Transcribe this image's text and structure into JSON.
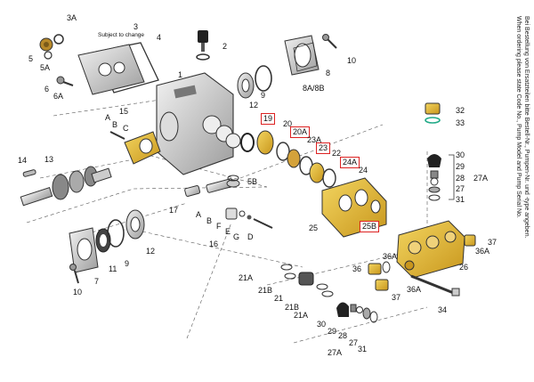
{
  "side_notes": {
    "line1": "Bei Bestellung von Ersatzteilen bitte Bestell-Nr., Pumpen-Nr. und -type angeben.",
    "line2": "When ordering please state Code No., Pump Model and Pump Serial No."
  },
  "subject_to_change": "Subject to change",
  "colors": {
    "brass": "#e6b832",
    "outline": "#333333",
    "highlight": "#dd2222",
    "metal": "#cfcfcf"
  },
  "callouts": [
    {
      "key": "c_3A",
      "text": "3A"
    },
    {
      "key": "c_3",
      "text": "3"
    },
    {
      "key": "c_4",
      "text": "4"
    },
    {
      "key": "c_5",
      "text": "5"
    },
    {
      "key": "c_5A",
      "text": "5A"
    },
    {
      "key": "c_6",
      "text": "6"
    },
    {
      "key": "c_6A",
      "text": "6A"
    },
    {
      "key": "c_2",
      "text": "2"
    },
    {
      "key": "c_1",
      "text": "1"
    },
    {
      "key": "c_9a",
      "text": "9"
    },
    {
      "key": "c_8",
      "text": "8"
    },
    {
      "key": "c_8A8B",
      "text": "8A/8B"
    },
    {
      "key": "c_10a",
      "text": "10"
    },
    {
      "key": "c_12a",
      "text": "12"
    },
    {
      "key": "c_19",
      "text": "19"
    },
    {
      "key": "c_20",
      "text": "20"
    },
    {
      "key": "c_20A",
      "text": "20A"
    },
    {
      "key": "c_23A",
      "text": "23A"
    },
    {
      "key": "c_23",
      "text": "23"
    },
    {
      "key": "c_22",
      "text": "22"
    },
    {
      "key": "c_24A",
      "text": "24A"
    },
    {
      "key": "c_24",
      "text": "24"
    },
    {
      "key": "c_25",
      "text": "25"
    },
    {
      "key": "c_25B",
      "text": "25B"
    },
    {
      "key": "c_A1",
      "text": "A"
    },
    {
      "key": "c_B1",
      "text": "B"
    },
    {
      "key": "c_15",
      "text": "15"
    },
    {
      "key": "c_C1",
      "text": "C"
    },
    {
      "key": "c_14",
      "text": "14"
    },
    {
      "key": "c_13",
      "text": "13"
    },
    {
      "key": "c_5B",
      "text": "5B"
    },
    {
      "key": "c_17",
      "text": "17"
    },
    {
      "key": "c_A2",
      "text": "A"
    },
    {
      "key": "c_B2",
      "text": "B"
    },
    {
      "key": "c_F",
      "text": "F"
    },
    {
      "key": "c_E",
      "text": "E"
    },
    {
      "key": "c_G",
      "text": "G"
    },
    {
      "key": "c_D",
      "text": "D"
    },
    {
      "key": "c_16",
      "text": "16"
    },
    {
      "key": "c_10b",
      "text": "10"
    },
    {
      "key": "c_7",
      "text": "7"
    },
    {
      "key": "c_11",
      "text": "11"
    },
    {
      "key": "c_9b",
      "text": "9"
    },
    {
      "key": "c_12b",
      "text": "12"
    },
    {
      "key": "c_32",
      "text": "32"
    },
    {
      "key": "c_33",
      "text": "33"
    },
    {
      "key": "c_30a",
      "text": "30"
    },
    {
      "key": "c_29a",
      "text": "29"
    },
    {
      "key": "c_28a",
      "text": "28"
    },
    {
      "key": "c_27a",
      "text": "27"
    },
    {
      "key": "c_31a",
      "text": "31"
    },
    {
      "key": "c_27Aa",
      "text": "27A"
    },
    {
      "key": "c_37a",
      "text": "37"
    },
    {
      "key": "c_36Aa",
      "text": "36A"
    },
    {
      "key": "c_26",
      "text": "26"
    },
    {
      "key": "c_36Ab",
      "text": "36A"
    },
    {
      "key": "c_36",
      "text": "36"
    },
    {
      "key": "c_37b",
      "text": "37"
    },
    {
      "key": "c_36Ac",
      "text": "36A"
    },
    {
      "key": "c_34",
      "text": "34"
    },
    {
      "key": "c_21Aa",
      "text": "21A"
    },
    {
      "key": "c_21Ba",
      "text": "21B"
    },
    {
      "key": "c_21",
      "text": "21"
    },
    {
      "key": "c_21Bb",
      "text": "21B"
    },
    {
      "key": "c_21Ab",
      "text": "21A"
    },
    {
      "key": "c_30b",
      "text": "30"
    },
    {
      "key": "c_29b",
      "text": "29"
    },
    {
      "key": "c_28b",
      "text": "28"
    },
    {
      "key": "c_27b",
      "text": "27"
    },
    {
      "key": "c_31b",
      "text": "31"
    },
    {
      "key": "c_27Ab",
      "text": "27A"
    }
  ]
}
